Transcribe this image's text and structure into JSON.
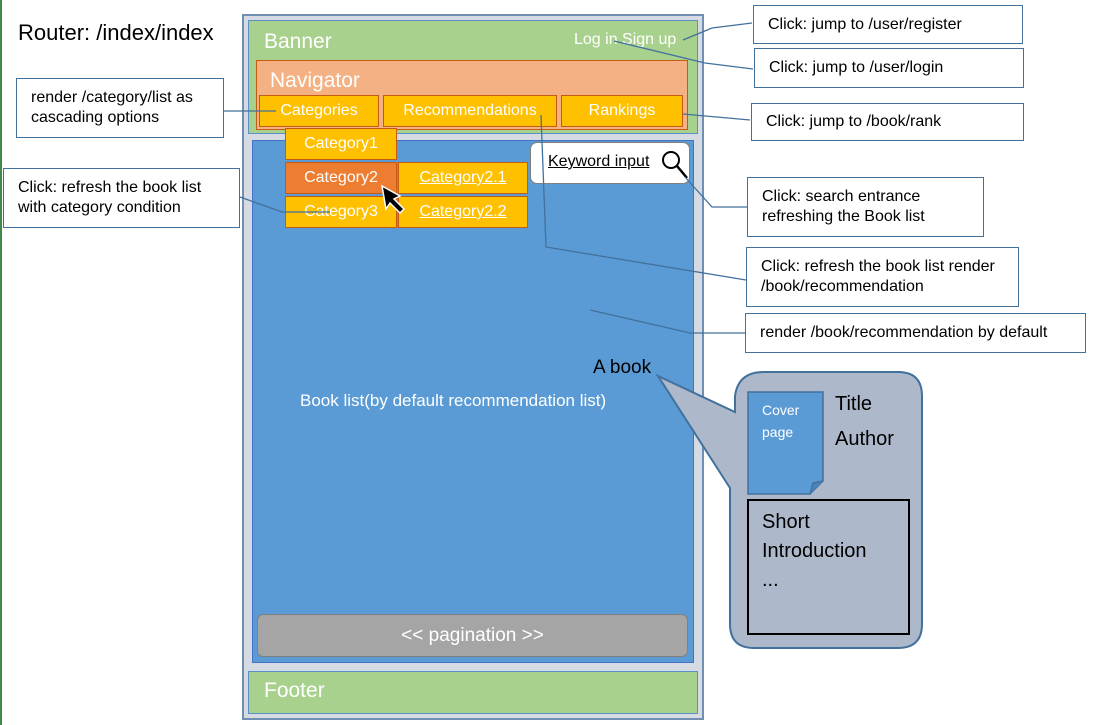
{
  "router": {
    "label": "Router: /index/index"
  },
  "banner": {
    "label": "Banner",
    "auth_links": "Log in Sign up"
  },
  "navigator": {
    "label": "Navigator",
    "items": [
      "Categories",
      "Recommendations",
      "Rankings"
    ]
  },
  "categories": {
    "level1": [
      "Category1",
      "Category2",
      "Category3"
    ],
    "level2": [
      "Category2.1",
      "Category2.2"
    ]
  },
  "search": {
    "label": "Keyword input",
    "icon": "magnifier-icon"
  },
  "main": {
    "book_list_label": "Book list(by default recommendation list)",
    "book_pointer_label": "A book",
    "pagination": "<<  pagination  >>"
  },
  "footer": {
    "label": "Footer"
  },
  "book_detail": {
    "cover": [
      "Cover",
      "page"
    ],
    "title": "Title",
    "author": "Author",
    "intro": [
      "Short",
      "Introduction",
      "..."
    ]
  },
  "callouts": {
    "register": "Click: jump to /user/register",
    "login": "Click: jump to /user/login",
    "rank": "Click: jump to /book/rank",
    "category_list": "render /category/list as cascading options",
    "category_click": "Click: refresh the book list with category condition",
    "search": "Click: search entrance refreshing the Book list",
    "recommendation_click": "Click: refresh the book list render /book/recommendation",
    "recommendation_default": "render /book/recommendation by default"
  },
  "colors": {
    "banner": "#a9d18e",
    "navigator": "#f4b183",
    "nav_item": "#ffc000",
    "active_category": "#ed7d31",
    "main_area": "#5b9bd5",
    "pagination": "#a5a5a5",
    "bubble": "#adb9ca",
    "border_blue": "#41719c"
  }
}
